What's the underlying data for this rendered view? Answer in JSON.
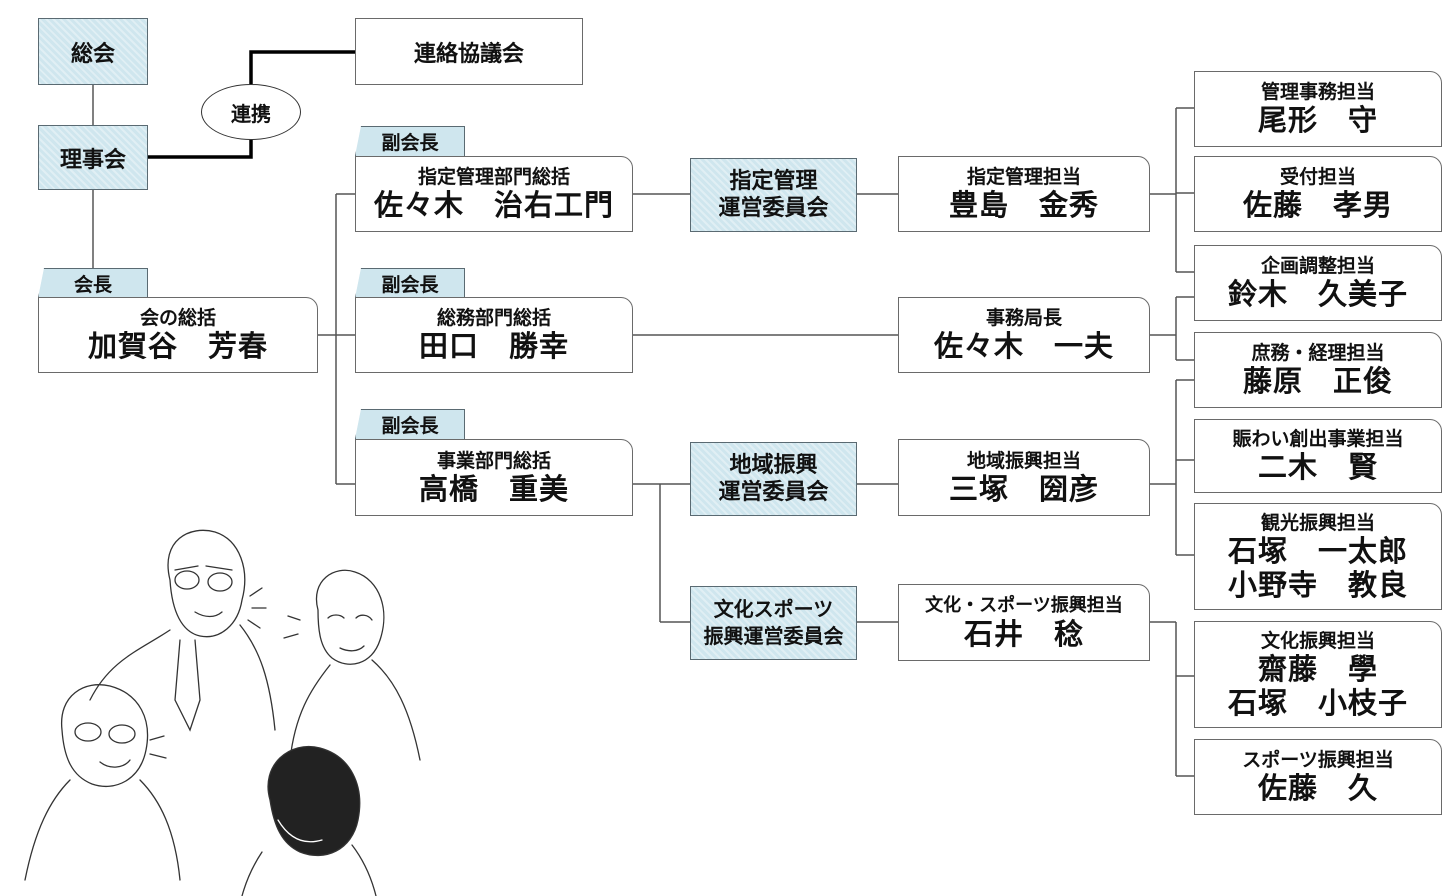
{
  "top": {
    "general_meeting": "総会",
    "board": "理事会",
    "cooperation": "連携",
    "liaison_council": "連絡協議会"
  },
  "president": {
    "tab": "会長",
    "title": "会の総括",
    "name": "加賀谷　芳春"
  },
  "vice_presidents": [
    {
      "tab": "副会長",
      "title": "指定管理部門総括",
      "name": "佐々木　治右工門"
    },
    {
      "tab": "副会長",
      "title": "総務部門総括",
      "name": "田口　勝幸"
    },
    {
      "tab": "副会長",
      "title": "事業部門総括",
      "name": "高橋　重美"
    }
  ],
  "committees": [
    {
      "line1": "指定管理",
      "line2": "運営委員会"
    },
    {
      "line1": "地域振興",
      "line2": "運営委員会"
    },
    {
      "line1": "文化スポーツ",
      "line2": "振興運営委員会"
    }
  ],
  "managers": [
    {
      "title": "指定管理担当",
      "name": "豊島　金秀"
    },
    {
      "title": "事務局長",
      "name": "佐々木　一夫"
    },
    {
      "title": "地域振興担当",
      "name": "三塚　圀彦"
    },
    {
      "title": "文化・スポーツ振興担当",
      "name": "石井　稔"
    }
  ],
  "staff": [
    {
      "title": "管理事務担当",
      "name": "尾形　守"
    },
    {
      "title": "受付担当",
      "name": "佐藤　孝男"
    },
    {
      "title": "企画調整担当",
      "name": "鈴木　久美子"
    },
    {
      "title": "庶務・経理担当",
      "name": "藤原　正俊"
    },
    {
      "title": "賑わい創出事業担当",
      "name": "二木　賢"
    },
    {
      "title": "観光振興担当",
      "name": "石塚　一太郎",
      "name2": "小野寺　教良"
    },
    {
      "title": "文化振興担当",
      "name": "齋藤　學",
      "name2": "石塚　小枝子"
    },
    {
      "title": "スポーツ振興担当",
      "name": "佐藤　久"
    }
  ],
  "colors": {
    "accent": "#cfe6ee",
    "line": "#6a6a6a"
  }
}
